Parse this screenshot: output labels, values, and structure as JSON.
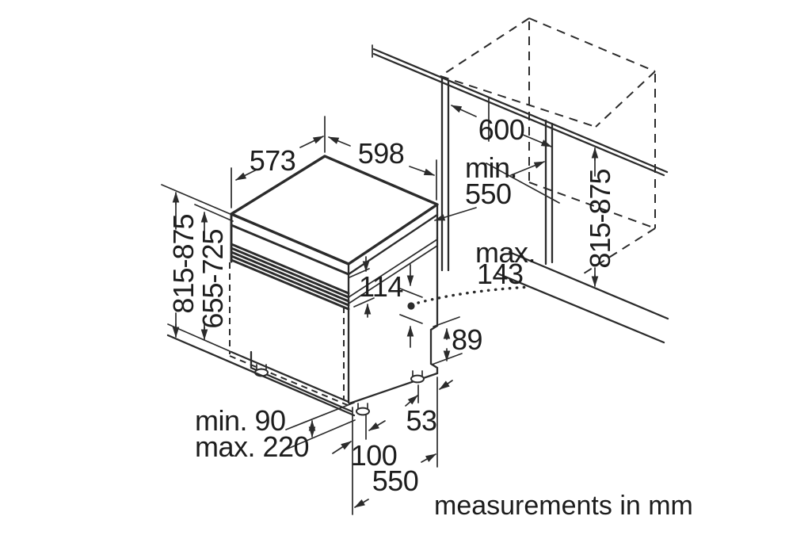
{
  "meta": {
    "caption": "measurements in mm"
  },
  "dimensions": {
    "top_width": "573",
    "top_depth": "598",
    "niche_width": "600",
    "niche_depth_word": "min.",
    "niche_depth_value": "550",
    "appliance_height_range": "815-875",
    "front_panel_height_range": "655-725",
    "niche_height_range": "815-875",
    "control_panel_height": "114",
    "door_clearance_word": "max.",
    "door_clearance_value": "143",
    "rear_step_height": "89",
    "rear_foot_inset": "53",
    "front_foot_inset": "100",
    "foot_depth": "550",
    "plinth_min": "min. 90",
    "plinth_max": "max. 220"
  },
  "colors": {
    "line": "#2b2b2b",
    "background": "#ffffff"
  }
}
